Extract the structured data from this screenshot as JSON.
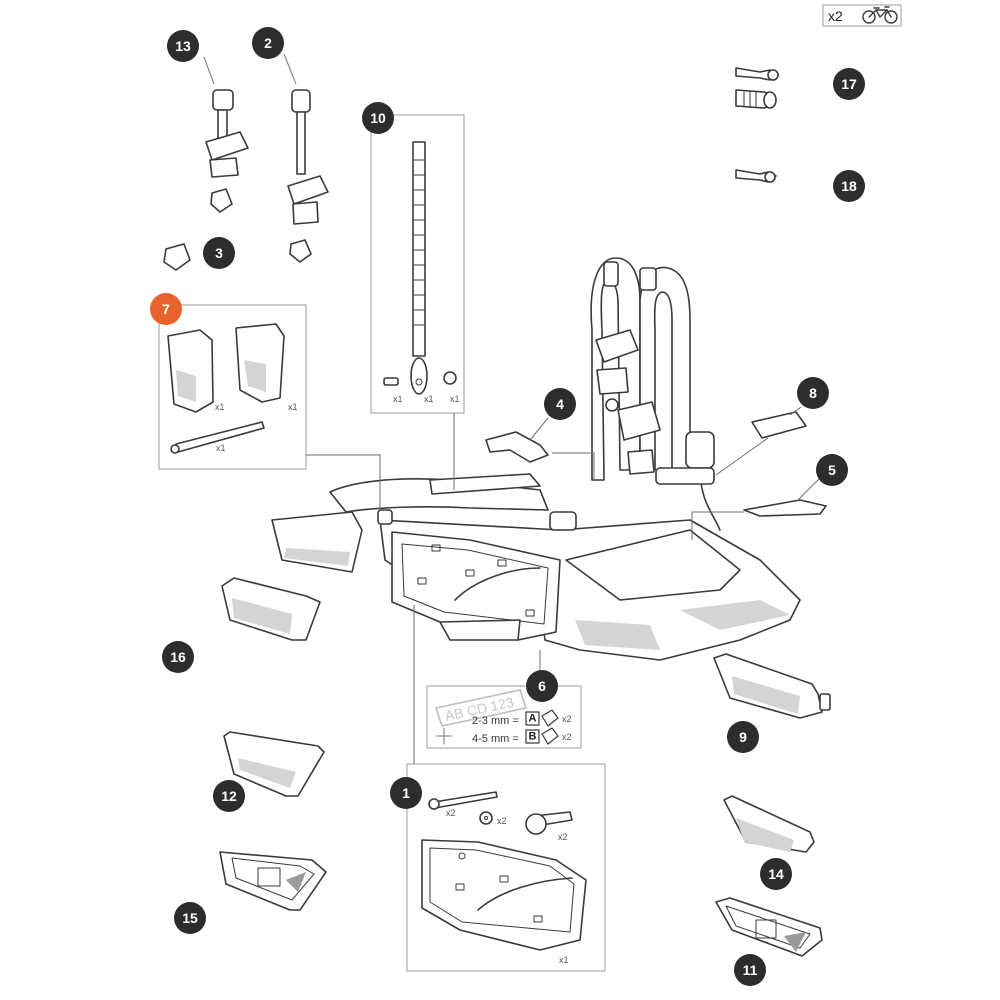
{
  "header": {
    "quantity": "x2",
    "bike_icon": "bicycle-icon"
  },
  "colors": {
    "callout": "#2d2d2d",
    "callout_highlight": "#e8632b",
    "line": "#3a3a3a",
    "box": "#9b9b9b"
  },
  "callouts": {
    "c1": "1",
    "c2": "2",
    "c3": "3",
    "c4": "4",
    "c5": "5",
    "c6": "6",
    "c7": "7",
    "c8": "8",
    "c9": "9",
    "c10": "10",
    "c11": "11",
    "c12": "12",
    "c13": "13",
    "c14": "14",
    "c15": "15",
    "c16": "16",
    "c17": "17",
    "c18": "18"
  },
  "part7": {
    "qty_a": "x1",
    "qty_b": "x1",
    "qty_bolt": "x1"
  },
  "part10": {
    "qty_bolt": "x1",
    "qty_strap": "x1",
    "qty_washer": "x1"
  },
  "part6": {
    "plate_text": "AB CD 123",
    "row_a_mm": "2-3 mm =",
    "row_a_letter": "A",
    "row_a_qty": "x2",
    "row_b_mm": "4-5 mm =",
    "row_b_letter": "B",
    "row_b_qty": "x2"
  },
  "part1": {
    "qty_bolt": "x2",
    "qty_washer": "x2",
    "qty_nut": "x2",
    "qty_plate": "x1"
  }
}
